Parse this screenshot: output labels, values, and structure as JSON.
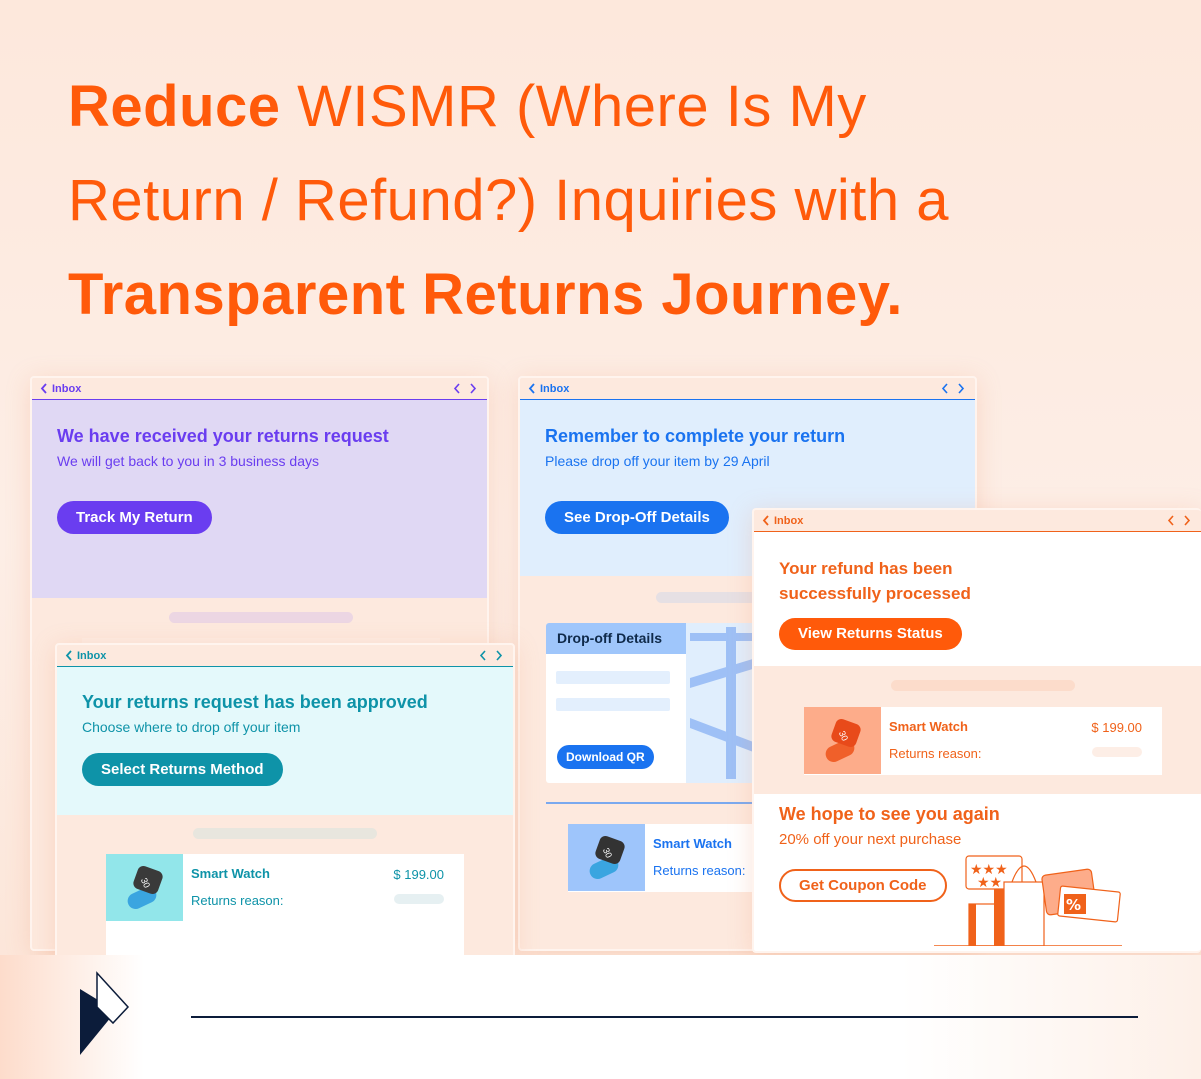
{
  "headline": {
    "bold_lead": "Reduce",
    "line1_rest": " WISMR (Where Is My",
    "line2": "Return / Refund?) Inquiries with a",
    "bold_tail": "Transparent Returns Journey.",
    "color": "#ff5a0a"
  },
  "cards": {
    "received": {
      "inbox_label": "Inbox",
      "title": "We have received your returns request",
      "subtitle": "We will get back to you in 3 business days",
      "button": "Track My Return",
      "accent": "#6a3df0"
    },
    "approved": {
      "inbox_label": "Inbox",
      "title": "Your returns request has been approved",
      "subtitle": "Choose where to drop off your item",
      "button": "Select Returns Method",
      "accent": "#0e93a8",
      "product": {
        "name": "Smart Watch",
        "price": "$ 199.00",
        "reason_label": "Returns reason:"
      }
    },
    "reminder": {
      "inbox_label": "Inbox",
      "title": "Remember to complete your return",
      "subtitle": "Please drop off your item by 29 April",
      "button": "See Drop-Off Details",
      "accent": "#1a73f0",
      "dropoff": {
        "title": "Drop-off Details",
        "qr_button": "Download QR"
      },
      "product": {
        "name": "Smart Watch",
        "reason_label": "Returns reason:"
      }
    },
    "refund": {
      "inbox_label": "Inbox",
      "title_line1": "Your refund has been",
      "title_line2": "successfully processed",
      "button": "View Returns Status",
      "accent": "#ff5a0a",
      "product": {
        "name": "Smart Watch",
        "price": "$ 199.00",
        "reason_label": "Returns reason:"
      },
      "promo": {
        "title": "We hope to see you again",
        "subtitle": "20% off your next purchase",
        "button": "Get Coupon Code",
        "coupon_symbol": "%"
      }
    }
  },
  "icons": {
    "back": "‹",
    "prev": "‹",
    "next": "›"
  }
}
